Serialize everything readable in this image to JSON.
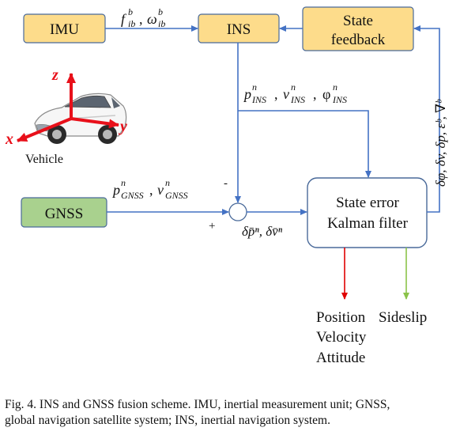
{
  "nodes": {
    "imu": "IMU",
    "ins": "INS",
    "state_feedback": [
      "State",
      "feedback"
    ],
    "gnss": "GNSS",
    "kalman": [
      "State error",
      "Kalman filter"
    ],
    "vehicle": "Vehicle"
  },
  "axes": {
    "x": "x",
    "y": "y",
    "z": "z"
  },
  "edge_labels": {
    "imu_out": {
      "f": "f",
      "f_sup": "b",
      "f_sub": "ib",
      "comma": ",",
      "w": "ω",
      "w_sup": "b",
      "w_sub": "ib"
    },
    "ins_out": {
      "p": "p",
      "v": "v",
      "phi": "φ",
      "sup": "n",
      "sub": "INS"
    },
    "gnss_out": {
      "p": "p",
      "v": "v",
      "sup": "n",
      "sub": "GNSS"
    },
    "residual": "δp̄ⁿ, δv̄ⁿ",
    "feedback": "δφ, δv, δp, εᵇ, ∇ᵇ",
    "minus": "-",
    "plus": "+"
  },
  "outputs": [
    "Position",
    "Sideslip",
    "Velocity",
    "Attitude"
  ],
  "caption": [
    "Fig. 4.  INS and GNSS fusion scheme. IMU, inertial measurement unit; GNSS,",
    "global navigation satellite system; INS, inertial navigation system."
  ],
  "colors": {
    "box_fill": "#FDDC8B",
    "gnss_fill": "#A9D18E",
    "box_stroke": "#4A6A9A",
    "arrow": "#4472C4",
    "red_arrow": "#E00000",
    "green_arrow": "#8BC34A",
    "axis_red": "#E8101A"
  }
}
